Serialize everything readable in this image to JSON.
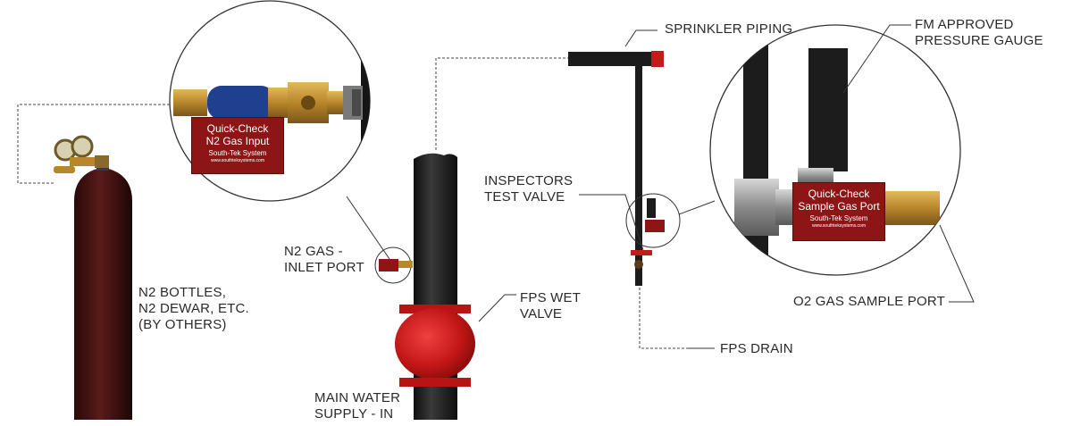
{
  "labels": {
    "sprinkler_piping": "SPRINKLER PIPING",
    "gauge": "FM APPROVED\nPRESSURE GAUGE",
    "inspectors": "INSPECTORS\nTEST VALVE",
    "n2_inlet": "N2 GAS -\nINLET PORT",
    "n2_bottles": "N2 BOTTLES,\nN2 DEWAR, ETC.\n(BY OTHERS)",
    "fps_wet_valve": "FPS WET\nVALVE",
    "o2_sample": "O2 GAS SAMPLE PORT",
    "fps_drain": "FPS DRAIN",
    "main_water": "MAIN WATER\nSUPPLY - IN"
  },
  "tags": {
    "left": {
      "line1": "Quick-Check",
      "line2": "N2 Gas Input",
      "line3": "South-Tek System",
      "line4": "www.southteksystems.com"
    },
    "right": {
      "line1": "Quick-Check",
      "line2": "Sample Gas Port",
      "line3": "South-Tek System",
      "line4": "www.southteksystems.com"
    }
  },
  "colors": {
    "pipe": "#1c1c1c",
    "valve": "#c41a1a",
    "tag": "#8e1515",
    "brass": "#b8862b",
    "hose": "#1f3f8f",
    "cylinder": "#3a0f0f"
  }
}
